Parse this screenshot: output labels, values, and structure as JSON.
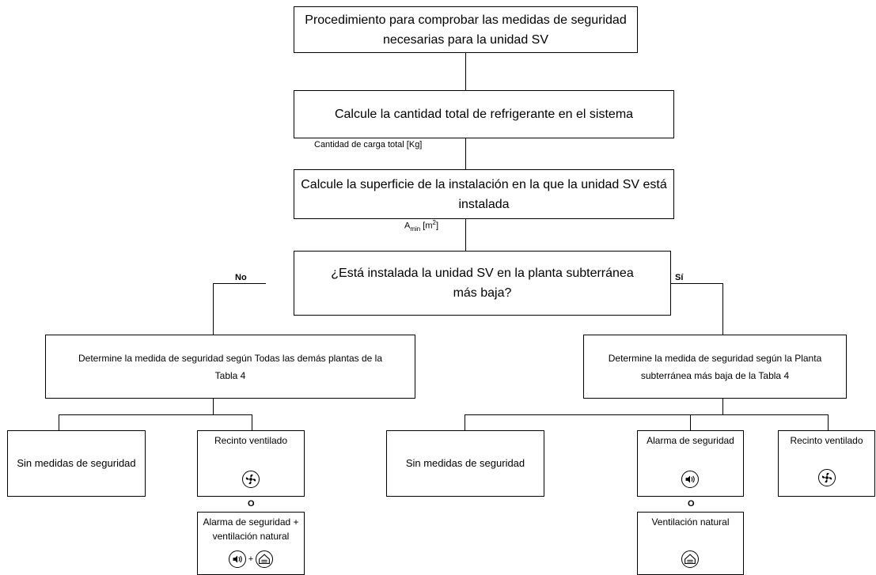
{
  "nodes": {
    "start": "Procedimiento para comprobar las medidas de seguridad necesarias para la unidad SV",
    "calc_charge": "Calcule la cantidad total de refrigerante en el sistema",
    "calc_area": "Calcule la superficie de la instalación en la que la unidad SV está instalada",
    "question": "¿Está instalada la unidad SV en la planta subterránea más baja?",
    "left_measure": "Determine la medida de seguridad según Todas las demás plantas de la Tabla 4",
    "right_measure": "Determine la medida de seguridad según la Planta subterránea más baja de la Tabla 4",
    "l_none": "Sin medidas de seguridad",
    "l_vent": "Recinto ventilado",
    "l_alarm_nat": "Alarma de seguridad + ventilación natural",
    "r_none": "Sin medidas de seguridad",
    "r_alarm": "Alarma de seguridad",
    "r_vent": "Recinto ventilado",
    "r_nat": "Ventilación natural"
  },
  "labels": {
    "charge": "Cantidad de carga total [Kg]",
    "amin_base": "A",
    "amin_sub": "min",
    "amin_unit_open": " [m",
    "amin_sup": "2",
    "amin_unit_close": "]",
    "no": "No",
    "si": "Sí",
    "or_left": "O",
    "or_right": "O",
    "plus": "+"
  },
  "icons": {
    "fan": "fan-icon",
    "alarm": "speaker-alarm-icon",
    "house": "house-ventilation-icon"
  }
}
